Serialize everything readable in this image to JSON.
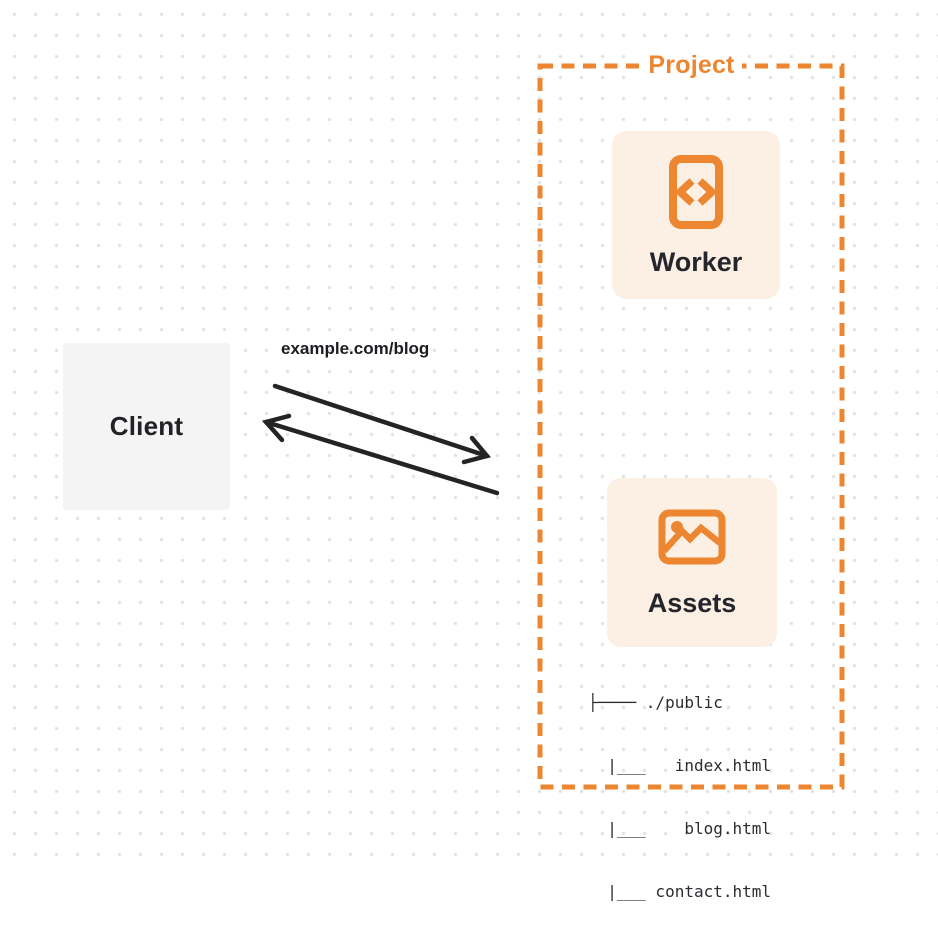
{
  "client": {
    "label": "Client"
  },
  "request": {
    "label": "example.com/blog"
  },
  "project": {
    "title": "Project",
    "worker": {
      "label": "Worker",
      "icon": "code-file-icon"
    },
    "assets": {
      "label": "Assets",
      "icon": "image-icon",
      "file_tree": [
        "├──── ./public",
        "  |___   index.html",
        "  |___    blog.html",
        "  |___ contact.html"
      ]
    }
  },
  "colors": {
    "accent_orange": "#ED8631",
    "card_cream": "#FCF0E4",
    "client_gray": "#F4F4F5",
    "ink": "#242424",
    "dot_grid": "#E4E4E6"
  }
}
